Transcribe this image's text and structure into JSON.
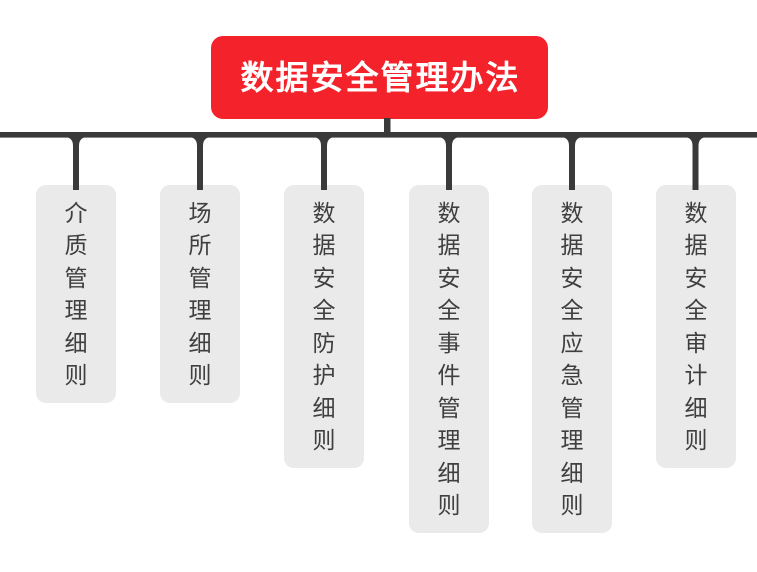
{
  "diagram": {
    "root": {
      "label": "数据安全管理办法"
    },
    "children": [
      {
        "label": "介质管理细则"
      },
      {
        "label": "场所管理细则"
      },
      {
        "label": "数据安全防护细则"
      },
      {
        "label": "数据安全事件管理细则"
      },
      {
        "label": "数据安全应急管理细则"
      },
      {
        "label": "数据安全审计细则"
      }
    ]
  },
  "colors": {
    "canvas_bg": "#ffffff",
    "root_bg": "#f4232b",
    "root_text": "#ffffff",
    "child_bg": "#eaeaea",
    "child_text": "#3f3f3f",
    "line": "#3a3a3a"
  }
}
